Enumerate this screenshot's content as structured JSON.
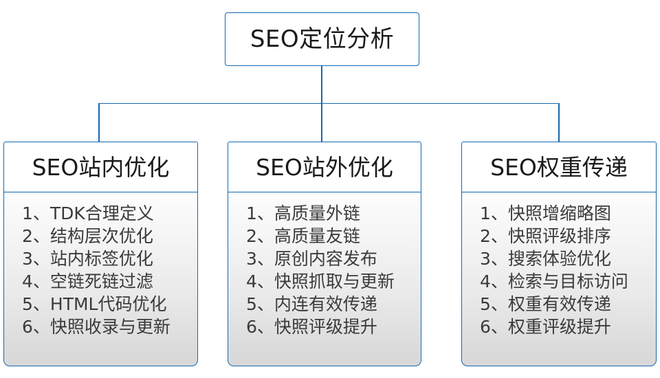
{
  "diagram": {
    "root": {
      "title": "SEO定位分析"
    },
    "accent_color": "#1468b0",
    "branches": [
      {
        "title": "SEO站内优化",
        "items": [
          "1、TDK合理定义",
          "2、结构层次优化",
          "3、站内标签优化",
          "4、空链死链过滤",
          "5、HTML代码优化",
          "6、快照收录与更新"
        ]
      },
      {
        "title": "SEO站外优化",
        "items": [
          "1、高质量外链",
          "2、高质量友链",
          "3、原创内容发布",
          "4、快照抓取与更新",
          "5、内连有效传递",
          "6、快照评级提升"
        ]
      },
      {
        "title": "SEO权重传递",
        "items": [
          "1、快照增缩略图",
          "2、快照评级排序",
          "3、搜索体验优化",
          "4、检索与目标访问",
          "5、权重有效传递",
          "6、权重评级提升"
        ]
      }
    ]
  }
}
